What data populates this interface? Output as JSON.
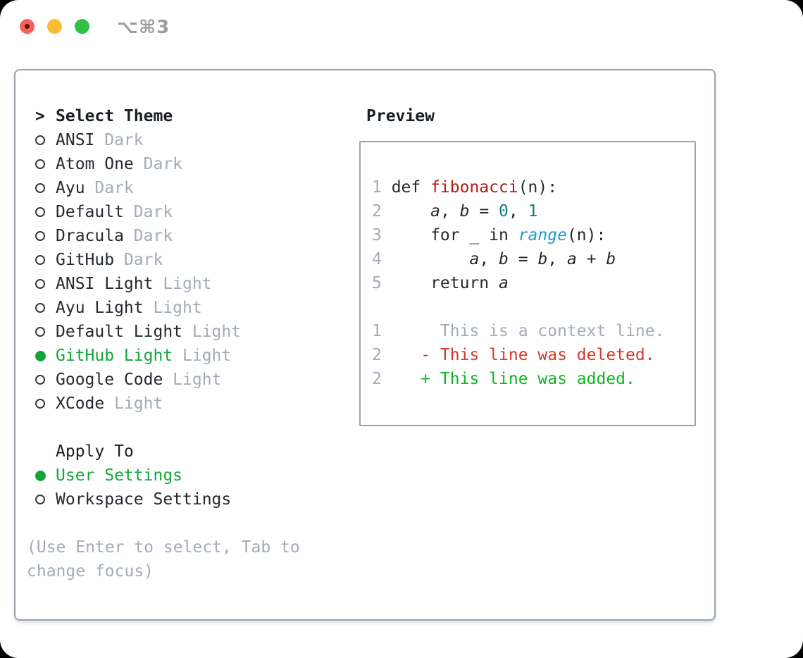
{
  "window": {
    "title": "⌥⌘3"
  },
  "theme_selector": {
    "header": {
      "cursor": ">",
      "label": "Select Theme"
    },
    "themes": [
      {
        "name": "ANSI",
        "variant": "Dark",
        "selected": false
      },
      {
        "name": "Atom One",
        "variant": "Dark",
        "selected": false
      },
      {
        "name": "Ayu",
        "variant": "Dark",
        "selected": false
      },
      {
        "name": "Default",
        "variant": "Dark",
        "selected": false
      },
      {
        "name": "Dracula",
        "variant": "Dark",
        "selected": false
      },
      {
        "name": "GitHub",
        "variant": "Dark",
        "selected": false
      },
      {
        "name": "ANSI Light",
        "variant": "Light",
        "selected": false
      },
      {
        "name": "Ayu Light",
        "variant": "Light",
        "selected": false
      },
      {
        "name": "Default Light",
        "variant": "Light",
        "selected": false
      },
      {
        "name": "GitHub Light",
        "variant": "Light",
        "selected": true
      },
      {
        "name": "Google Code",
        "variant": "Light",
        "selected": false
      },
      {
        "name": "XCode",
        "variant": "Light",
        "selected": false
      }
    ],
    "apply_to": {
      "label": "Apply To",
      "options": [
        {
          "label": "User Settings",
          "selected": true
        },
        {
          "label": "Workspace Settings",
          "selected": false
        }
      ]
    },
    "hint_lines": [
      "(Use Enter to select, Tab to",
      "change focus)"
    ]
  },
  "preview": {
    "header": "Preview",
    "lines": [
      {
        "kind": "code",
        "num": "1",
        "segments": [
          {
            "text": "def ",
            "style": "plain"
          },
          {
            "text": "fibonacci",
            "style": "func"
          },
          {
            "text": "(n):",
            "style": "plain"
          }
        ]
      },
      {
        "kind": "code",
        "num": "2",
        "segments": [
          {
            "text": "    ",
            "style": "plain"
          },
          {
            "text": "a",
            "style": "var"
          },
          {
            "text": ", ",
            "style": "plain"
          },
          {
            "text": "b",
            "style": "var"
          },
          {
            "text": " = ",
            "style": "plain"
          },
          {
            "text": "0",
            "style": "num"
          },
          {
            "text": ", ",
            "style": "plain"
          },
          {
            "text": "1",
            "style": "num"
          }
        ]
      },
      {
        "kind": "code",
        "num": "3",
        "segments": [
          {
            "text": "    for _ in ",
            "style": "plain"
          },
          {
            "text": "range",
            "style": "builtin"
          },
          {
            "text": "(n):",
            "style": "plain"
          }
        ]
      },
      {
        "kind": "code",
        "num": "4",
        "segments": [
          {
            "text": "        ",
            "style": "plain"
          },
          {
            "text": "a",
            "style": "var"
          },
          {
            "text": ", ",
            "style": "plain"
          },
          {
            "text": "b",
            "style": "var"
          },
          {
            "text": " = ",
            "style": "plain"
          },
          {
            "text": "b",
            "style": "var"
          },
          {
            "text": ", ",
            "style": "plain"
          },
          {
            "text": "a",
            "style": "var"
          },
          {
            "text": " + ",
            "style": "plain"
          },
          {
            "text": "b",
            "style": "var"
          }
        ]
      },
      {
        "kind": "code",
        "num": "5",
        "segments": [
          {
            "text": "    return ",
            "style": "plain"
          },
          {
            "text": "a",
            "style": "var"
          }
        ]
      },
      {
        "kind": "blank",
        "num": "",
        "segments": []
      },
      {
        "kind": "context",
        "num": "1",
        "segments": [
          {
            "text": "     This is a context line.",
            "style": "context"
          }
        ]
      },
      {
        "kind": "deleted",
        "num": "2",
        "segments": [
          {
            "text": "   - This line was deleted.",
            "style": "deleted"
          }
        ]
      },
      {
        "kind": "added",
        "num": "2",
        "segments": [
          {
            "text": "   + This line was added.",
            "style": "added"
          }
        ]
      }
    ]
  },
  "colors": {
    "text_dark": "#24292f",
    "muted_gray": "#a3abb6",
    "selection_green": "#12a63a",
    "function_red": "#ae2015",
    "number_teal": "#0e7e82",
    "builtin_blue": "#1d9ad2",
    "diff_deleted_red": "#d43a28",
    "diff_added_green": "#0cb822",
    "border_gray": "#9aa3ad",
    "titlebar_text_gray": "#9b9ba0",
    "traffic_close_red": "#f7615b",
    "traffic_close_dot": "#61100a",
    "traffic_minimize_yellow": "#f9bd35",
    "traffic_zoom_green": "#30c144"
  }
}
